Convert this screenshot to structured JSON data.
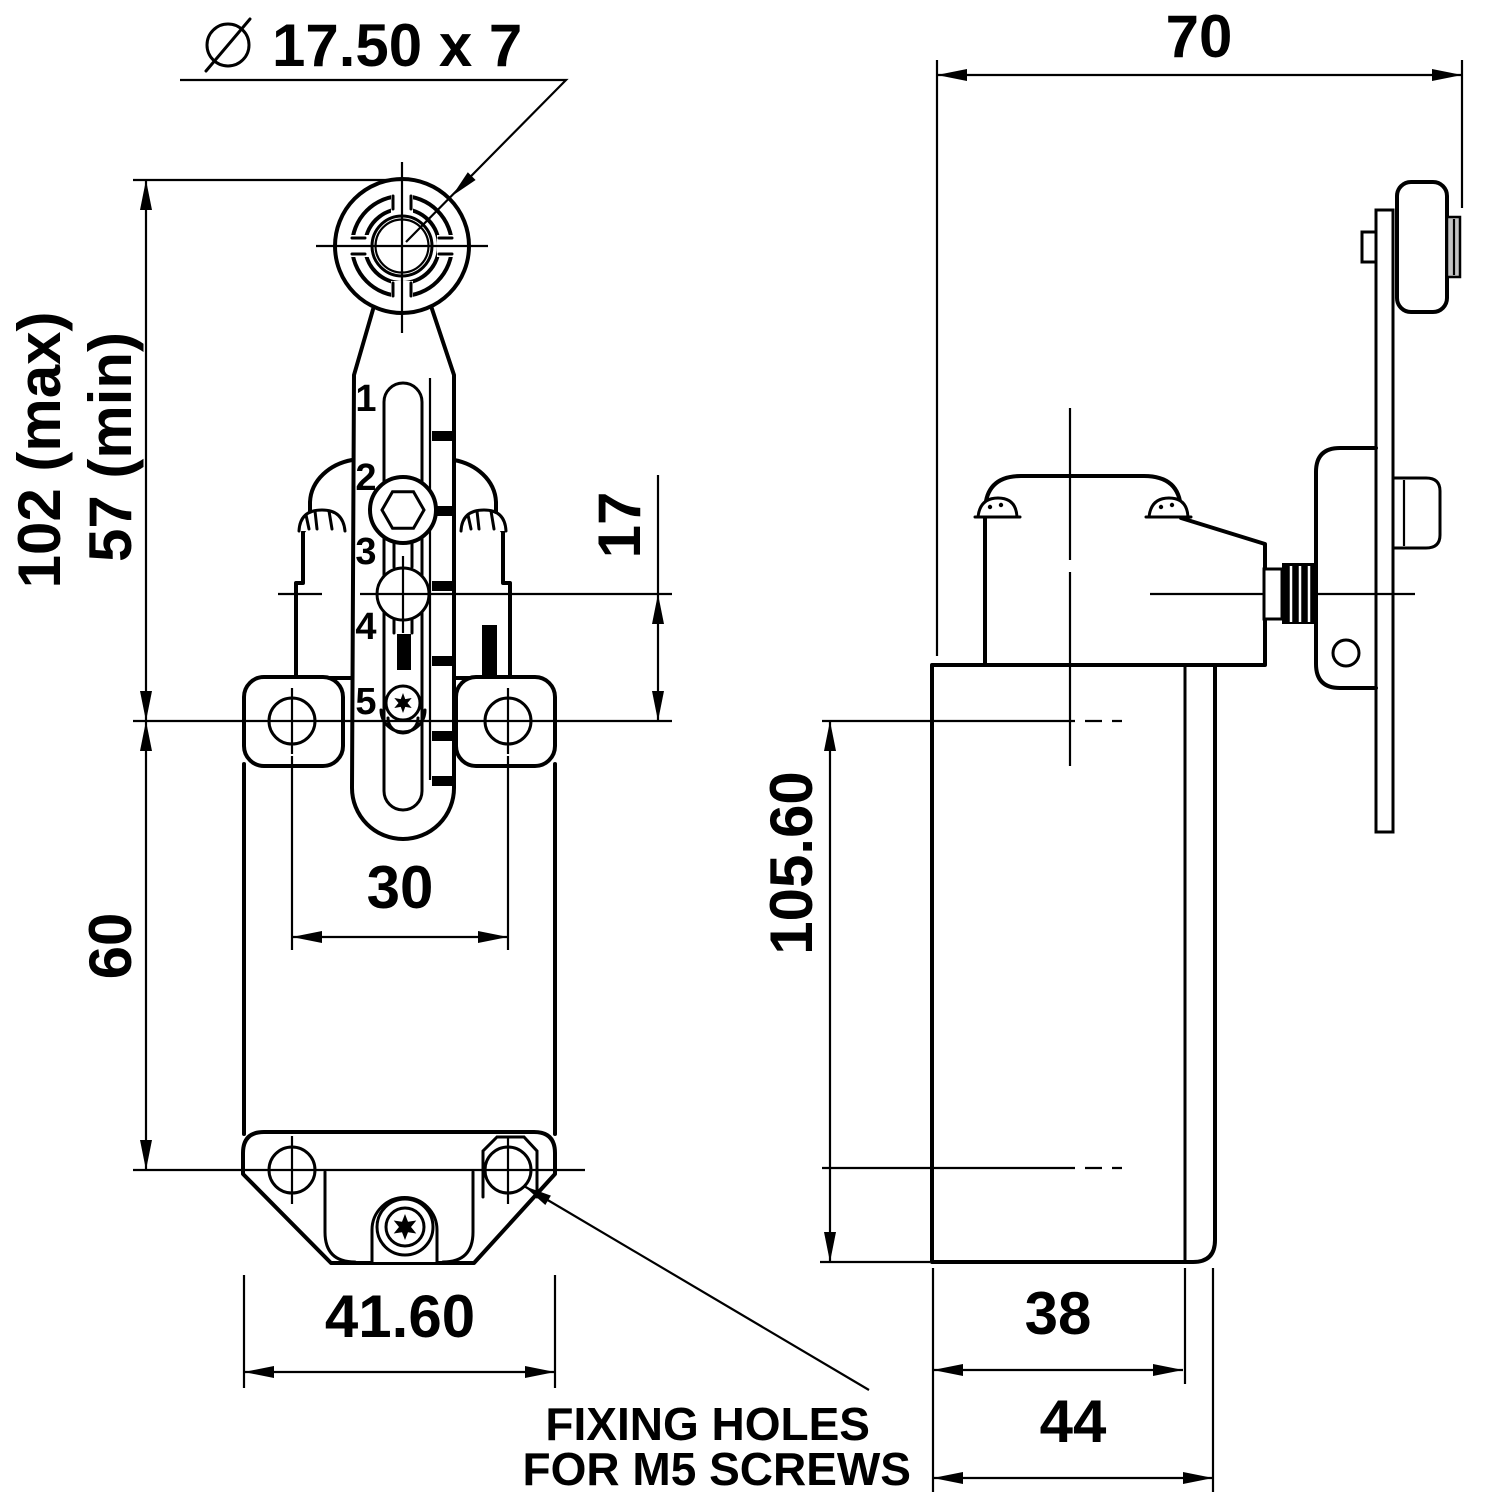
{
  "title": "limit switch dimension drawing",
  "callout": {
    "diameter_symbol": "⌀",
    "roller_dimensions": "17.50 x 7"
  },
  "front_view": {
    "travel_max": "102 (max)",
    "travel_min": "57 (min)",
    "roller_axis_to_holes": "17",
    "hole_spacing_horizontal": "30",
    "hole_spacing_vertical": "60",
    "base_width": "41.60",
    "lever_scale": [
      "1",
      "2",
      "3",
      "4",
      "5"
    ]
  },
  "side_view": {
    "overall_width": "70",
    "holes_to_base_height": "105.60",
    "body_depth": "38",
    "overall_depth": "44"
  },
  "note": {
    "line1": "FIXING HOLES",
    "line2": "FOR M5 SCREWS"
  },
  "colors": {
    "line": "#000000",
    "background": "#ffffff",
    "roller_face": "#c4c4c4"
  }
}
